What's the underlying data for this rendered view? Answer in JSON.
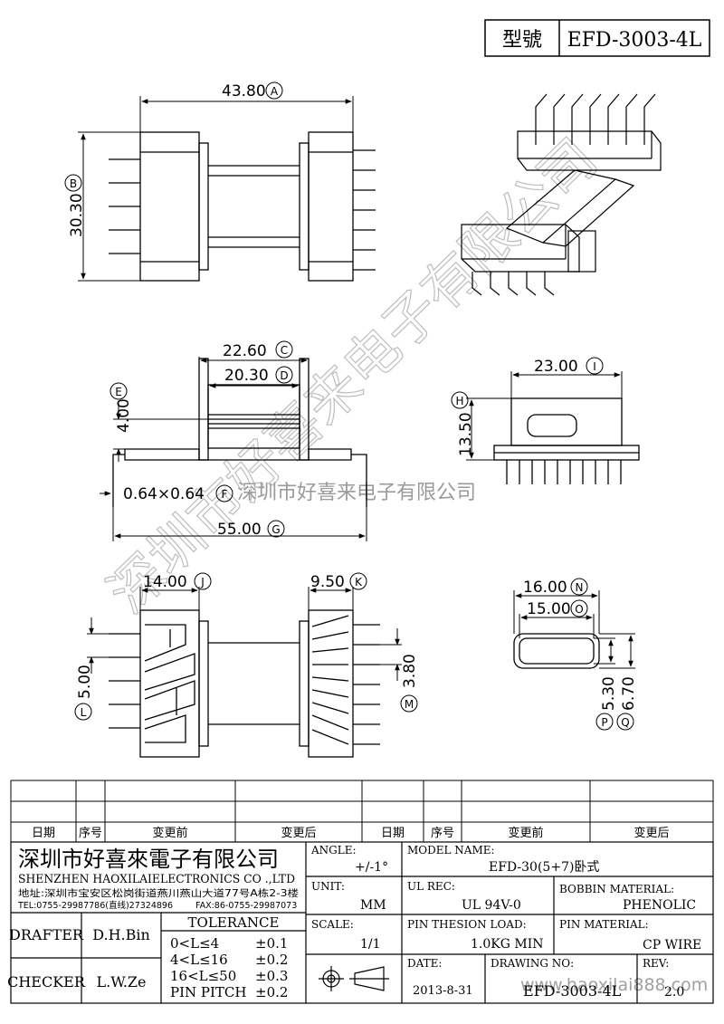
{
  "header": {
    "model_label": "型號",
    "model_value": "EFD-3003-4L"
  },
  "watermark": {
    "diagonal": "深圳市好喜来电子有限公司",
    "horizontal": "深圳市好喜来电子有限公司",
    "url": "www.haoxilai888.com"
  },
  "dimensions": {
    "A": "43.80",
    "B": "30.30",
    "C": "22.60",
    "D": "20.30",
    "E": "4.00",
    "F": "0.64×0.64",
    "G": "55.00",
    "H": "13.50",
    "I": "23.00",
    "J": "14.00",
    "K": "9.50",
    "L": "5.00",
    "M": "3.80",
    "N": "16.00",
    "O": "15.00",
    "P": "5.30",
    "Q": "6.70"
  },
  "letters": {
    "A": "A",
    "B": "B",
    "C": "C",
    "D": "D",
    "E": "E",
    "F": "F",
    "G": "G",
    "H": "H",
    "I": "I",
    "J": "J",
    "K": "K",
    "L": "L",
    "M": "M",
    "N": "N",
    "O": "O",
    "P": "P",
    "Q": "Q"
  },
  "revision_table": {
    "headers": [
      "日期",
      "序号",
      "变更前",
      "变更后",
      "日期",
      "序号",
      "变更前",
      "变更后"
    ]
  },
  "title_block": {
    "company_cn": "深圳市好喜來電子有限公司",
    "company_en": "SHENZHEN HAOXILAIELECTRONICS CO .,LTD",
    "address": "地址:深圳市宝安区松岗街道燕川燕山大道77号A栋2-3楼",
    "tel": "TEL:0755-29987786(直线)27324896",
    "fax": "FAX:86-0755-29987073",
    "drafter_label": "DRAFTER",
    "drafter_value": "D.H.Bin",
    "checker_label": "CHECKER",
    "checker_value": "L.W.Ze",
    "tolerance_label": "TOLERANCE",
    "tolerance_rows": [
      {
        "range": "0<L≤4",
        "value": "±0.1"
      },
      {
        "range": "4<L≤16",
        "value": "±0.2"
      },
      {
        "range": "16<L≤50",
        "value": "±0.3"
      },
      {
        "range": "PIN PITCH",
        "value": "±0.2"
      }
    ],
    "angle_label": "ANGLE:",
    "angle_value": "+/-1°",
    "unit_label": "UNIT:",
    "unit_value": "MM",
    "scale_label": "SCALE:",
    "scale_value": "1/1",
    "model_name_label": "MODEL NAME:",
    "model_name_value": "EFD-30(5+7)卧式",
    "ul_label": "UL REC:",
    "ul_value": "UL 94V-0",
    "bobbin_label": "BOBBIN MATERIAL:",
    "bobbin_value": "PHENOLIC",
    "pin_load_label": "PIN THESION LOAD:",
    "pin_load_value": "1.0KG MIN",
    "pin_mat_label": "PIN MATERIAL:",
    "pin_mat_value": "CP  WIRE",
    "date_label": "DATE:",
    "date_value": "2013-8-31",
    "drawing_label": "DRAWING NO:",
    "drawing_value": "EFD-3003-4L",
    "rev_label": "REV:",
    "rev_value": "2.0"
  },
  "colors": {
    "line": "#000000",
    "watermark": "#b8b8b8"
  }
}
